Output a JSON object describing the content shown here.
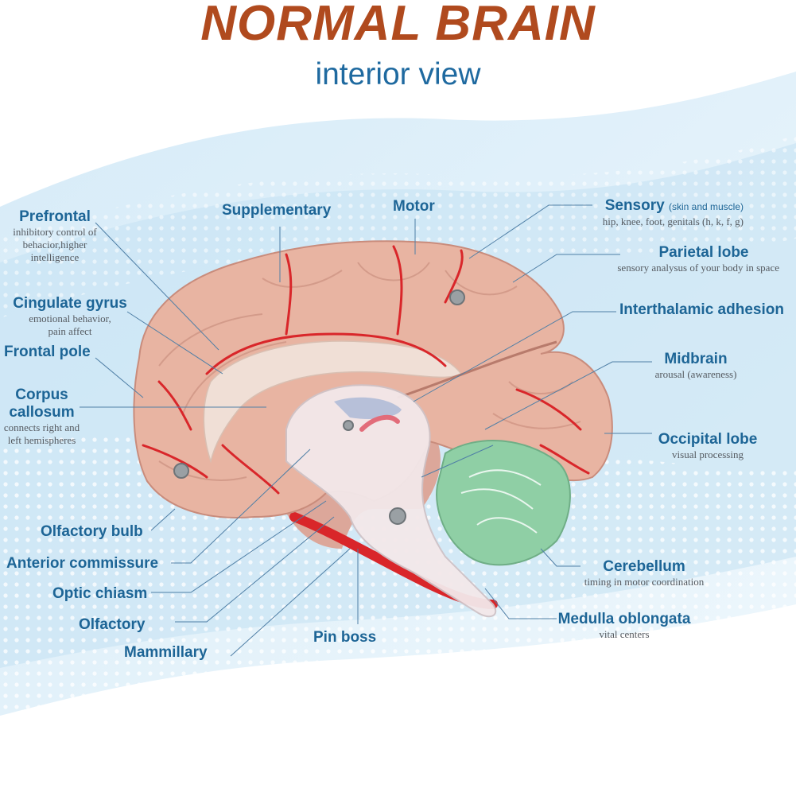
{
  "header": {
    "title": "NORMAL BRAIN",
    "subtitle": "interior view"
  },
  "colors": {
    "title": "#b04a1e",
    "label": "#1d6596",
    "cortex": "#e8b4a2",
    "cerebellum": "#8fcfa5",
    "vessels": "#d9262a"
  },
  "labels": {
    "prefrontal": {
      "name": "Prefrontal",
      "desc1": "inhibitory control of",
      "desc2": "behacior,higher",
      "desc3": "intelligence"
    },
    "supplementary": {
      "name": "Supplementary"
    },
    "motor": {
      "name": "Motor"
    },
    "sensory": {
      "name": "Sensory",
      "note": "(skin and muscle)",
      "desc": "hip, knee, foot, genitals (h, k, f, g)"
    },
    "parietal": {
      "name": "Parietal lobe",
      "desc": "sensory analysus of your body in space"
    },
    "cingulate": {
      "name": "Cingulate gyrus",
      "desc1": "emotional behavior,",
      "desc2": "pain affect"
    },
    "interthalamic": {
      "name": "Interthalamic adhesion"
    },
    "frontal_pole": {
      "name": "Frontal pole"
    },
    "midbrain": {
      "name": "Midbrain",
      "desc": "arousal (awareness)"
    },
    "corpus": {
      "name1": "Corpus",
      "name2": "callosum",
      "desc1": "connects right and",
      "desc2": "left hemispheres"
    },
    "occipital": {
      "name": "Occipital lobe",
      "desc": "visual processing"
    },
    "olfactory_bulb": {
      "name": "Olfactory bulb"
    },
    "anterior_commissure": {
      "name": "Anterior commissure"
    },
    "cerebellum": {
      "name": "Cerebellum",
      "desc": "timing in motor coordination"
    },
    "optic_chiasm": {
      "name": "Optic chiasm"
    },
    "medulla": {
      "name": "Medulla oblongata",
      "desc": "vital centers"
    },
    "olfactory": {
      "name": "Olfactory"
    },
    "pin_boss": {
      "name": "Pin boss"
    },
    "mammillary": {
      "name": "Mammillary"
    }
  }
}
